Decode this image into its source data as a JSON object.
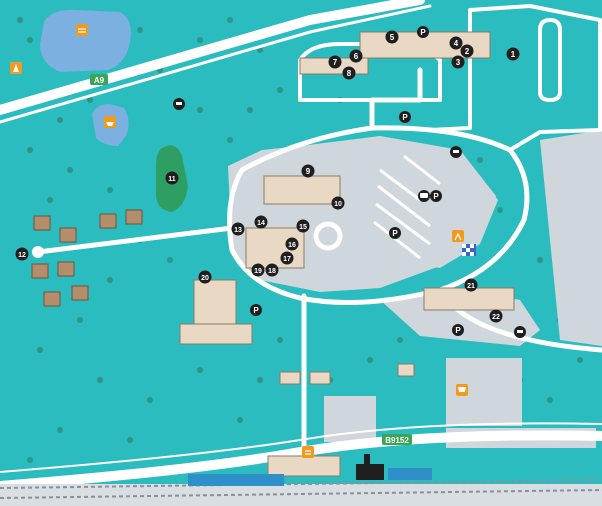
{
  "map": {
    "colors": {
      "water": "#7bb0e0",
      "land": "#2bbcbf",
      "road": "#ffffff",
      "plaza": "#cfd6dc",
      "marker": "#1f1f1f",
      "road_label": "#3aa655",
      "poi": "#f39a1e",
      "park": "#2f9e63"
    },
    "road_labels": [
      {
        "id": "a9",
        "text": "A9"
      },
      {
        "id": "b9152",
        "text": "B9152"
      }
    ],
    "markers": [
      "1",
      "2",
      "3",
      "4",
      "5",
      "6",
      "7",
      "8",
      "9",
      "10",
      "11",
      "12",
      "13",
      "14",
      "15",
      "16",
      "17",
      "18",
      "19",
      "20",
      "21",
      "22"
    ],
    "parking_label": "P",
    "icons": [
      "parking-icon",
      "bus-icon",
      "dog-icon",
      "campsite-icon",
      "shopping-icon",
      "train-station-icon",
      "boat-icon",
      "lake-icon",
      "locomotive-icon"
    ]
  }
}
